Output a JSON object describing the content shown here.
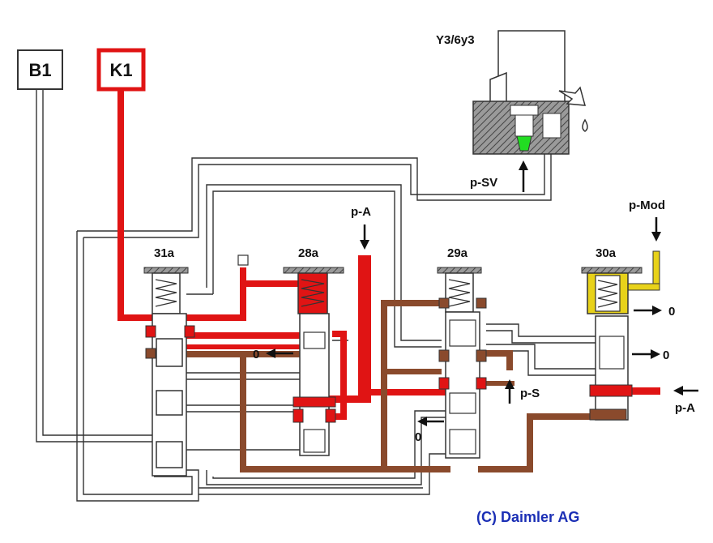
{
  "boxes": {
    "b1": "B1",
    "k1": "K1"
  },
  "solenoid": {
    "label": "Y3/6y3",
    "pressure": "p-SV"
  },
  "valves": {
    "v31a": "31a",
    "v28a": "28a",
    "v29a": "29a",
    "v30a": "30a"
  },
  "pressures": {
    "pA_top": "p-A",
    "pMod": "p-Mod",
    "pS": "p-S",
    "pA_right": "p-A"
  },
  "exhaust": {
    "e28": "0",
    "e29": "0",
    "e30_top": "0",
    "e30_mid": "0"
  },
  "copyright": "(C) Daimler AG",
  "colors": {
    "red": "#e01414",
    "brown": "#8a4a2c",
    "yellow": "#e8d21a",
    "green": "#22dd22",
    "line": "#333333",
    "copyright": "#1b2fb5"
  }
}
